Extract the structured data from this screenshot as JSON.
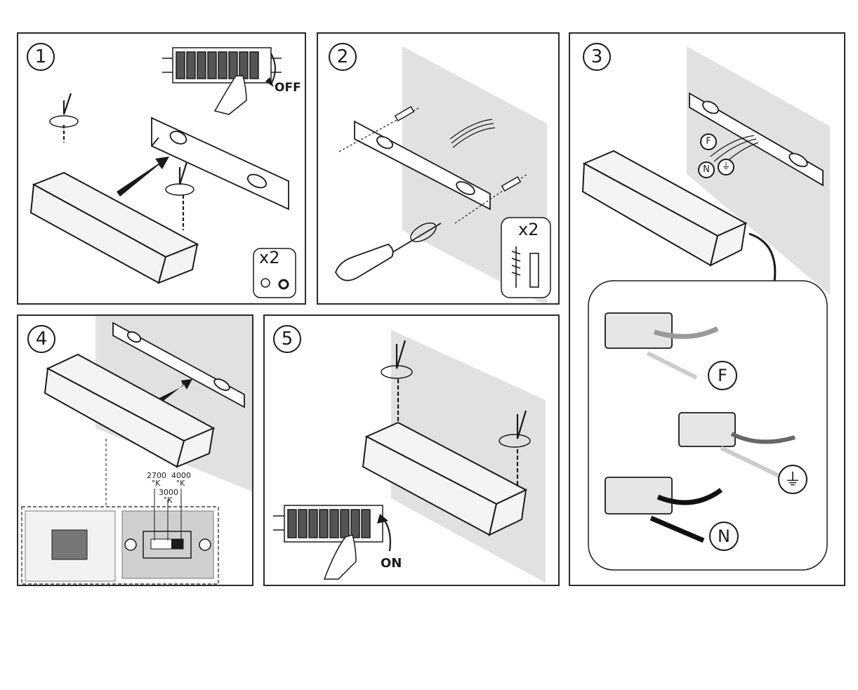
{
  "steps": [
    {
      "number": "1",
      "power_label": "OFF",
      "quantity": "x2"
    },
    {
      "number": "2",
      "quantity": "x2"
    },
    {
      "number": "3",
      "labels": {
        "phase": "F",
        "neutral": "N"
      }
    },
    {
      "number": "4",
      "cct": {
        "warm": "2700",
        "mid": "3000",
        "cool": "4000",
        "unit": "°K"
      }
    },
    {
      "number": "5",
      "power_label": "ON"
    }
  ],
  "colors": {
    "line": "#1a1a1a",
    "wall": "#e1e1e1",
    "housing": "#f4f4f4"
  },
  "icons": [
    "earth-ground-icon",
    "rotate-arrow-icon",
    "hand-icon",
    "allen-key-icon",
    "screwdriver-icon"
  ]
}
